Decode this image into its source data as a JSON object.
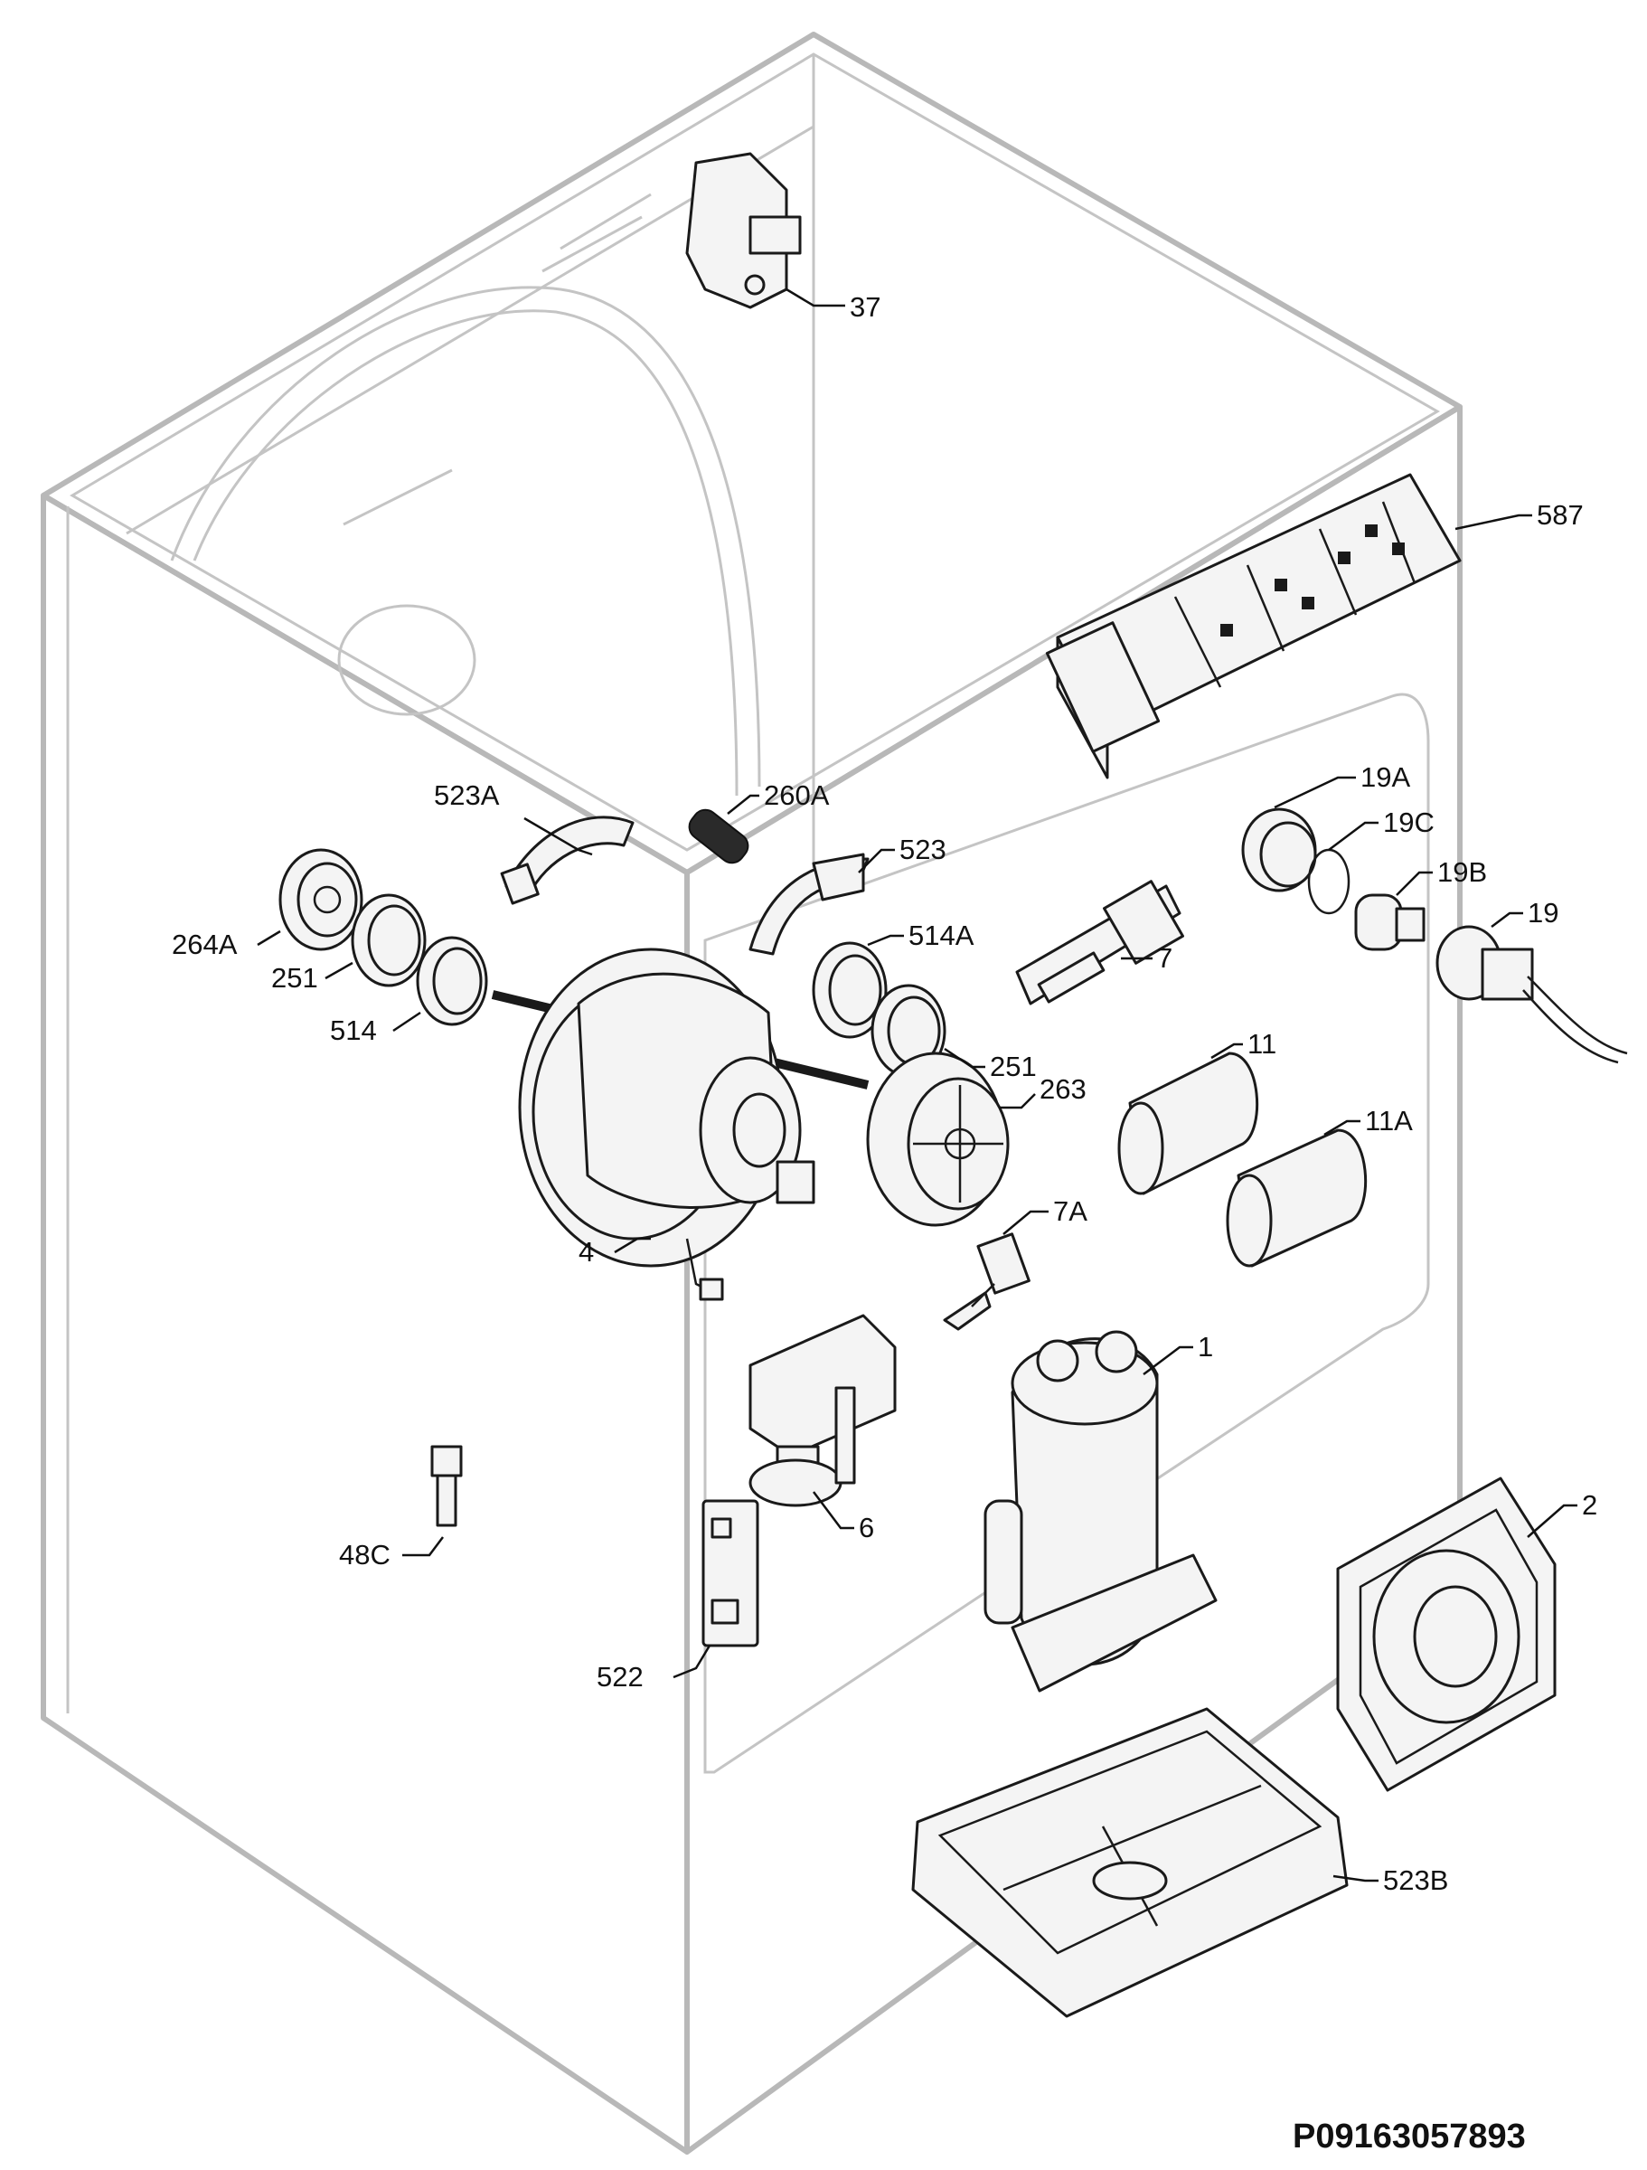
{
  "reference_code": "P09163057893",
  "callouts": {
    "c37": "37",
    "c587": "587",
    "c523A": "523A",
    "c260A": "260A",
    "c523": "523",
    "c19A": "19A",
    "c19C": "19C",
    "c19B": "19B",
    "c19": "19",
    "c264A": "264A",
    "c251a": "251",
    "c514": "514",
    "c514A": "514A",
    "c7": "7",
    "c251b": "251",
    "c263": "263",
    "c11": "11",
    "c11A": "11A",
    "c4": "4",
    "c7A": "7A",
    "c1": "1",
    "c6": "6",
    "c2": "2",
    "c48C": "48C",
    "c522": "522",
    "c523B": "523B"
  }
}
